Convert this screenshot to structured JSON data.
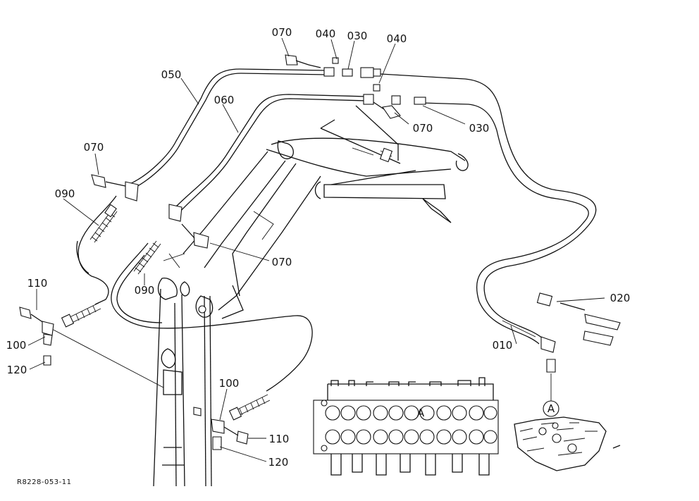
{
  "diagram": {
    "callouts": {
      "c070_top": "070",
      "c040_top": "040",
      "c030_top": "030",
      "c040_right": "040",
      "c050": "050",
      "c060": "060",
      "c070_mid": "070",
      "c030_mid": "030",
      "c070_left": "070",
      "c090_left": "090",
      "c070_boom": "070",
      "c090_low": "090",
      "c110_left": "110",
      "c100_left": "100",
      "c120_left": "120",
      "c100_low": "100",
      "c110_low": "110",
      "c120_low": "120",
      "c020": "020",
      "c010": "010"
    },
    "valve_marker": "A",
    "detail_marker": "A",
    "drawing_code": "R8228-053-11"
  }
}
